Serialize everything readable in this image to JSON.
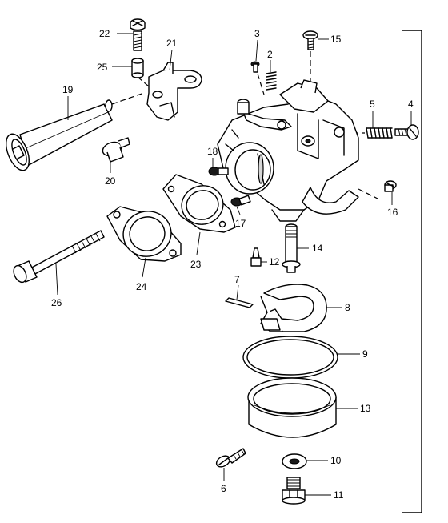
{
  "callouts": [
    {
      "id": "c1",
      "number": "22"
    },
    {
      "id": "c2",
      "number": "21"
    },
    {
      "id": "c3",
      "number": "25"
    },
    {
      "id": "c4",
      "number": "19"
    },
    {
      "id": "c5",
      "number": "20"
    },
    {
      "id": "c6",
      "number": "3"
    },
    {
      "id": "c7",
      "number": "2"
    },
    {
      "id": "c8",
      "number": "15"
    },
    {
      "id": "c9",
      "number": "5"
    },
    {
      "id": "c10",
      "number": "4"
    },
    {
      "id": "c11",
      "number": "18"
    },
    {
      "id": "c12",
      "number": "17"
    },
    {
      "id": "c13",
      "number": "16"
    },
    {
      "id": "c14",
      "number": "14"
    },
    {
      "id": "c15",
      "number": "12"
    },
    {
      "id": "c16",
      "number": "23"
    },
    {
      "id": "c17",
      "number": "24"
    },
    {
      "id": "c18",
      "number": "26"
    },
    {
      "id": "c19",
      "number": "7"
    },
    {
      "id": "c20",
      "number": "8"
    },
    {
      "id": "c21",
      "number": "9"
    },
    {
      "id": "c22",
      "number": "13"
    },
    {
      "id": "c23",
      "number": "10"
    },
    {
      "id": "c24",
      "number": "6"
    },
    {
      "id": "c25",
      "number": "11"
    }
  ]
}
